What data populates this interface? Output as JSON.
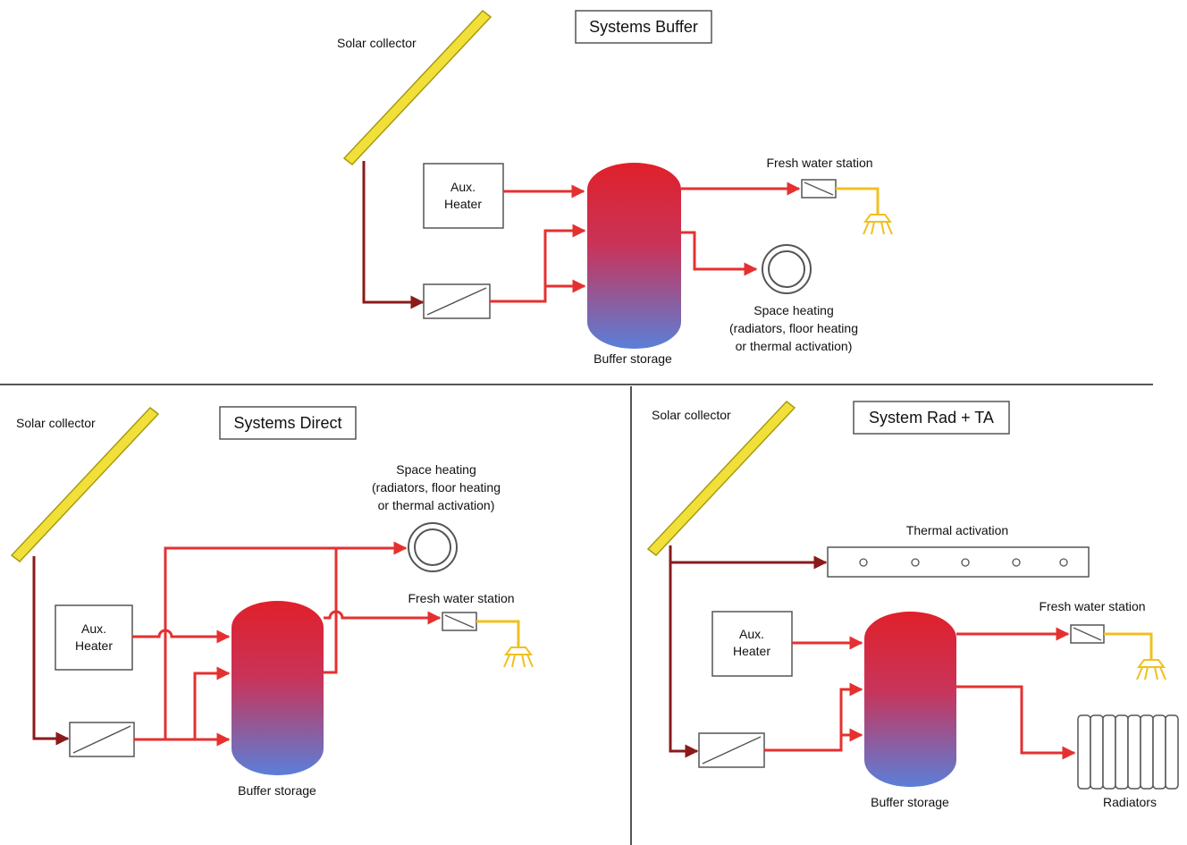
{
  "top": {
    "title": "Systems Buffer",
    "solar_collector": "Solar collector",
    "aux_heater_line1": "Aux.",
    "aux_heater_line2": "Heater",
    "fresh_water_station": "Fresh water station",
    "space_heating_line1": "Space heating",
    "space_heating_line2": "(radiators, floor heating",
    "space_heating_line3": "or thermal activation)",
    "buffer_storage": "Buffer storage"
  },
  "left": {
    "title": "Systems Direct",
    "solar_collector": "Solar collector",
    "space_heating_line1": "Space heating",
    "space_heating_line2": "(radiators, floor heating",
    "space_heating_line3": "or thermal activation)",
    "fresh_water_station": "Fresh water station",
    "aux_heater_line1": "Aux.",
    "aux_heater_line2": "Heater",
    "buffer_storage": "Buffer storage"
  },
  "right": {
    "title": "System Rad + TA",
    "solar_collector": "Solar collector",
    "thermal_activation": "Thermal activation",
    "fresh_water_station": "Fresh water station",
    "aux_heater_line1": "Aux.",
    "aux_heater_line2": "Heater",
    "buffer_storage": "Buffer storage",
    "radiators": "Radiators"
  },
  "colors": {
    "pipe_hot": "#e53030",
    "pipe_return": "#8b1a1a",
    "tap_water": "#f0c020",
    "collector": "#f2e03a",
    "tank_top": "#e0202a",
    "tank_bottom": "#5a7fd8"
  }
}
